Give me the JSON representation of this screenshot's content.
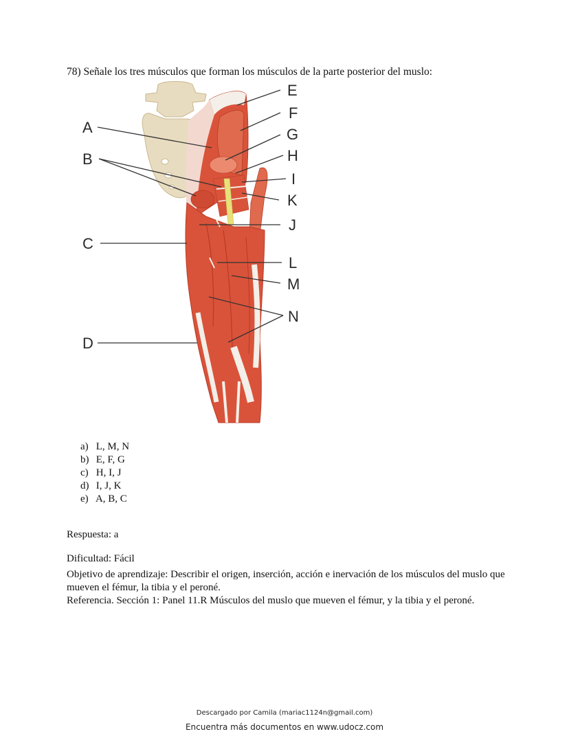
{
  "question": {
    "number": "78)",
    "title": "78) Señale los tres músculos que forman los músculos de la parte posterior del muslo:"
  },
  "figure": {
    "description": "posterior-thigh-muscles-anatomy-illustration",
    "labels": {
      "A": "A",
      "B": "B",
      "C": "C",
      "D": "D",
      "E": "E",
      "F": "F",
      "G": "G",
      "H": "H",
      "I": "I",
      "J": "J",
      "K": "K",
      "L": "L",
      "M": "M",
      "N": "N"
    },
    "colors": {
      "muscle": "#d9533a",
      "muscle_dark": "#b83a26",
      "muscle_light": "#ec8a6f",
      "bone": "#e8dcc0",
      "bone_shadow": "#c9b88f",
      "tendon": "#f4efe8",
      "nerve": "#e8e07a",
      "leader_line": "#333333"
    }
  },
  "options": [
    {
      "letter": "a)",
      "text": "L, M, N"
    },
    {
      "letter": "b)",
      "text": "E, F, G"
    },
    {
      "letter": "c)",
      "text": "H, I, J"
    },
    {
      "letter": "d)",
      "text": "I, J, K"
    },
    {
      "letter": "e)",
      "text": "A, B, C"
    }
  ],
  "answer": "Respuesta: a",
  "difficulty": "Dificultad: Fácil",
  "objective": "Objetivo de aprendizaje: Describir el origen, inserción, acción e inervación de los músculos del muslo que mueven el fémur, la tibia y el peroné.",
  "reference": "Referencia. Sección 1: Panel 11.R Músculos del muslo que mueven el fémur, y la tibia y el peroné.",
  "footer": {
    "downloaded_by": "Descargado por Camila (mariac1124n@gmail.com)",
    "more_documents": "Encuentra más documentos en www.udocz.com"
  }
}
